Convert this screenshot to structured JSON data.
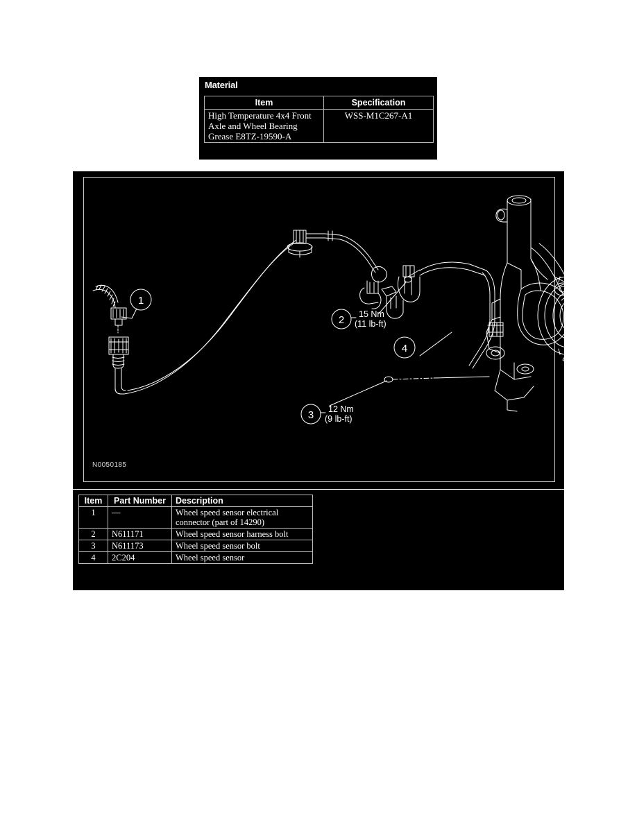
{
  "material": {
    "title": "Material",
    "headers": [
      "Item",
      "Specification"
    ],
    "rows": [
      {
        "item": "High Temperature 4x4 Front Axle and Wheel Bearing Grease E8TZ-19590-A",
        "specification": "WSS-M1C267-A1"
      }
    ]
  },
  "figure": {
    "id": "N0050185",
    "background_color": "#000000",
    "line_color": "#ffffff",
    "callouts": [
      {
        "number": "1",
        "torque": "",
        "torque_imperial": ""
      },
      {
        "number": "2",
        "torque": "15 Nm",
        "torque_imperial": "(11 lb-ft)"
      },
      {
        "number": "3",
        "torque": "12 Nm",
        "torque_imperial": "(9 lb-ft)"
      },
      {
        "number": "4",
        "torque": "",
        "torque_imperial": ""
      }
    ]
  },
  "parts": {
    "headers": [
      "Item",
      "Part Number",
      "Description"
    ],
    "rows": [
      {
        "item": "1",
        "part_number": "—",
        "description": "Wheel speed sensor electrical connector (part of 14290)"
      },
      {
        "item": "2",
        "part_number": "N611171",
        "description": "Wheel speed sensor harness bolt"
      },
      {
        "item": "3",
        "part_number": "N611173",
        "description": "Wheel speed sensor bolt"
      },
      {
        "item": "4",
        "part_number": "2C204",
        "description": "Wheel speed sensor"
      }
    ]
  }
}
